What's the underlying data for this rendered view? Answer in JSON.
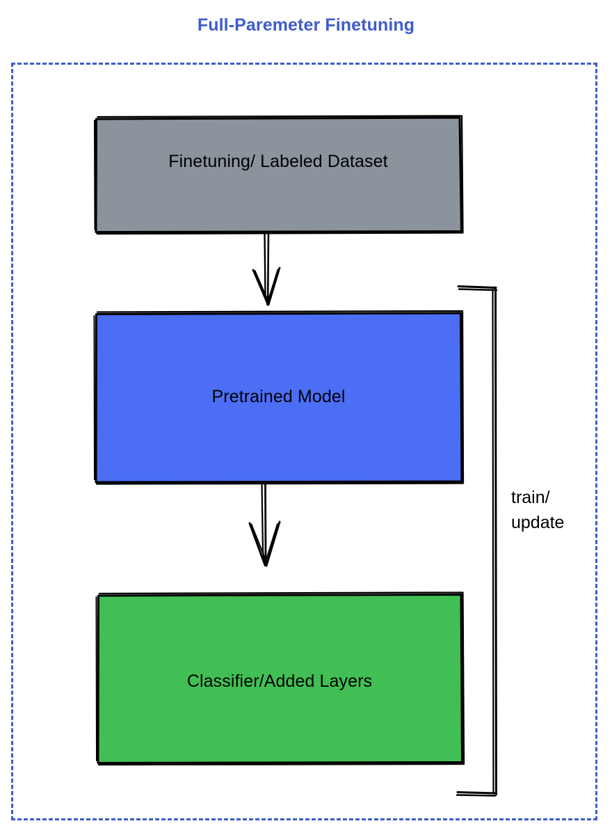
{
  "title": "Full-Paremeter Finetuning",
  "colors": {
    "title_text": "#3f5ccb",
    "frame_border": "#3f5ccb",
    "dataset_fill": "#8b939c",
    "pretrained_fill": "#4c6ef5",
    "classifier_fill": "#41bf55",
    "stroke": "#000000",
    "label_text": "#000000"
  },
  "nodes": [
    {
      "id": "dataset",
      "label": "Finetuning/ Labeled Dataset",
      "fill": "#8b939c"
    },
    {
      "id": "pretrained",
      "label": "Pretrained Model",
      "fill": "#4c6ef5"
    },
    {
      "id": "classifier",
      "label": "Classifier/Added Layers",
      "fill": "#41bf55"
    }
  ],
  "connectors": [
    {
      "id": "dataset-to-pretrained",
      "from": "dataset",
      "to": "pretrained",
      "style": "sketch-arrow-down",
      "label": ""
    },
    {
      "id": "pretrained-to-classifier",
      "from": "pretrained",
      "to": "classifier",
      "style": "sketch-arrow-down",
      "label": ""
    },
    {
      "id": "feedback-loop",
      "from": "classifier",
      "to": "pretrained",
      "style": "sketch-bracket-right",
      "label": "train/\nupdate"
    }
  ],
  "loop_label": "train/\nupdate"
}
